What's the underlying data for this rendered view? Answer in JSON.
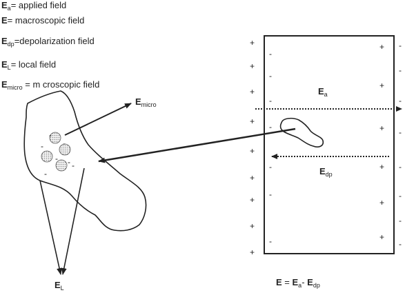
{
  "legend": [
    {
      "symbol": "E",
      "sub": "a",
      "text": "= applied field"
    },
    {
      "symbol": "E",
      "sub": "",
      "text": "= macroscopic field"
    },
    {
      "symbol": "E",
      "sub": "dp",
      "text": "=depolarization field"
    },
    {
      "symbol": "E",
      "sub": "L",
      "text": "= local field"
    },
    {
      "symbol": "E",
      "sub": "micro",
      "text": " = m croscopic field"
    }
  ],
  "labels": {
    "e_micro": {
      "symbol": "E",
      "sub": "micro"
    },
    "e_a": {
      "symbol": "E",
      "sub": "a"
    },
    "e_dp": {
      "symbol": "E",
      "sub": "dp"
    },
    "e_l": {
      "symbol": "E",
      "sub": "L"
    }
  },
  "equation": {
    "lhs": "E",
    "eq": " = ",
    "term1": "E",
    "term1_sub": "a",
    "minus": "- ",
    "term2": "E",
    "term2_sub": "dp"
  },
  "charges": {
    "plus": "+",
    "minus": "-"
  },
  "colors": {
    "ink": "#222222",
    "sphere_fill": "#d9d9d9"
  }
}
